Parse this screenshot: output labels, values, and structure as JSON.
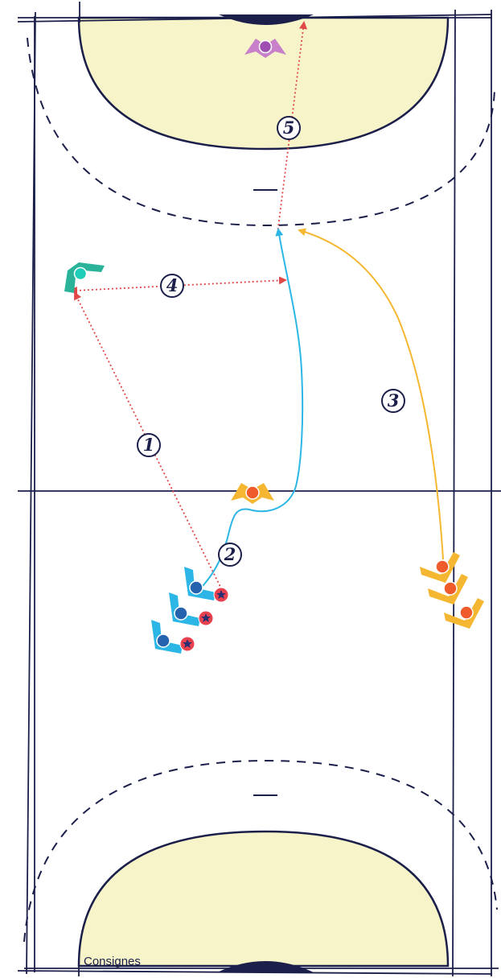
{
  "diagram": {
    "caption": "Consignes",
    "step_labels": [
      "1",
      "2",
      "3",
      "4",
      "5"
    ],
    "colors": {
      "court_lines": "#1b1f4a",
      "goal_area": "#f6f4c8",
      "pass_arrow": "#e04848",
      "run_blue": "#2cb6e6",
      "run_yellow": "#f5b731",
      "attacker_blue": "#2d9fd8",
      "attacker_blue_dot": "#2563ae",
      "ball": "#e8424f",
      "ball_star": "#2a2f72",
      "defender_orange": "#f5b731",
      "defender_orange_dot": "#ef5b2a",
      "winger_green": "#2bb39a",
      "winger_green_dot": "#1ecdb8",
      "goalkeeper": "#c780c9",
      "goalkeeper_dot": "#9f4fb1"
    },
    "players": [
      {
        "role": "attacker-with-ball",
        "team": "blue"
      },
      {
        "role": "attacker-with-ball",
        "team": "blue"
      },
      {
        "role": "attacker-with-ball",
        "team": "blue"
      },
      {
        "role": "player",
        "team": "orange"
      },
      {
        "role": "player",
        "team": "orange"
      },
      {
        "role": "player",
        "team": "orange"
      },
      {
        "role": "center-defender",
        "team": "orange"
      },
      {
        "role": "winger",
        "team": "green"
      },
      {
        "role": "goalkeeper",
        "team": "purple"
      }
    ]
  }
}
